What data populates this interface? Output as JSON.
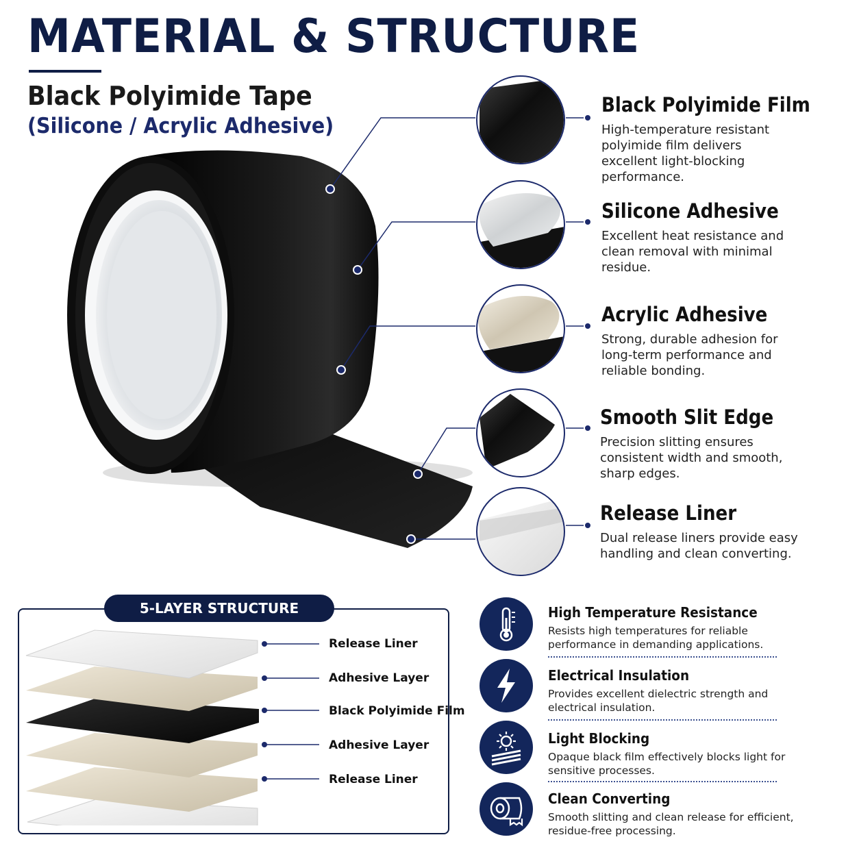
{
  "header": {
    "title": "MATERIAL & STRUCTURE",
    "subtitle": "Black Polyimide Tape",
    "subtitle2": "(Silicone / Acrylic Adhesive)"
  },
  "colors": {
    "navy": "#0f1d45",
    "accent": "#1c2a6b",
    "icon_bg": "#13265b"
  },
  "features": [
    {
      "title": "Black Polyimide Film",
      "desc": "High-temperature resistant polyimide film delivers excellent light-blocking performance.",
      "swatch": "black-film"
    },
    {
      "title": "Silicone Adhesive",
      "desc": "Excellent heat resistance and clean removal with minimal residue.",
      "swatch": "clear-adhesive-peel"
    },
    {
      "title": "Acrylic Adhesive",
      "desc": "Strong, durable adhesion for long-term performance and reliable bonding.",
      "swatch": "beige-adhesive-peel"
    },
    {
      "title": "Smooth Slit Edge",
      "desc": "Precision slitting ensures consistent width and smooth, sharp edges.",
      "swatch": "black-edge"
    },
    {
      "title": "Release Liner",
      "desc": "Dual release liners provide easy handling and clean converting.",
      "swatch": "white-liner"
    }
  ],
  "layer_structure": {
    "badge": "5-LAYER STRUCTURE",
    "layers": [
      "Release Liner",
      "Adhesive Layer",
      "Black Polyimide Film",
      "Adhesive Layer",
      "Release Liner"
    ]
  },
  "benefits": [
    {
      "title": "High Temperature Resistance",
      "desc": "Resists high temperatures for reliable performance in demanding applications.",
      "icon": "thermometer-icon"
    },
    {
      "title": "Electrical Insulation",
      "desc": "Provides excellent dielectric strength and electrical insulation.",
      "icon": "lightning-icon"
    },
    {
      "title": "Light Blocking",
      "desc": "Opaque black film effectively blocks light for sensitive processes.",
      "icon": "sun-block-icon"
    },
    {
      "title": "Clean Converting",
      "desc": "Smooth slitting and clean release for efficient, residue-free processing.",
      "icon": "tape-roll-icon"
    }
  ]
}
